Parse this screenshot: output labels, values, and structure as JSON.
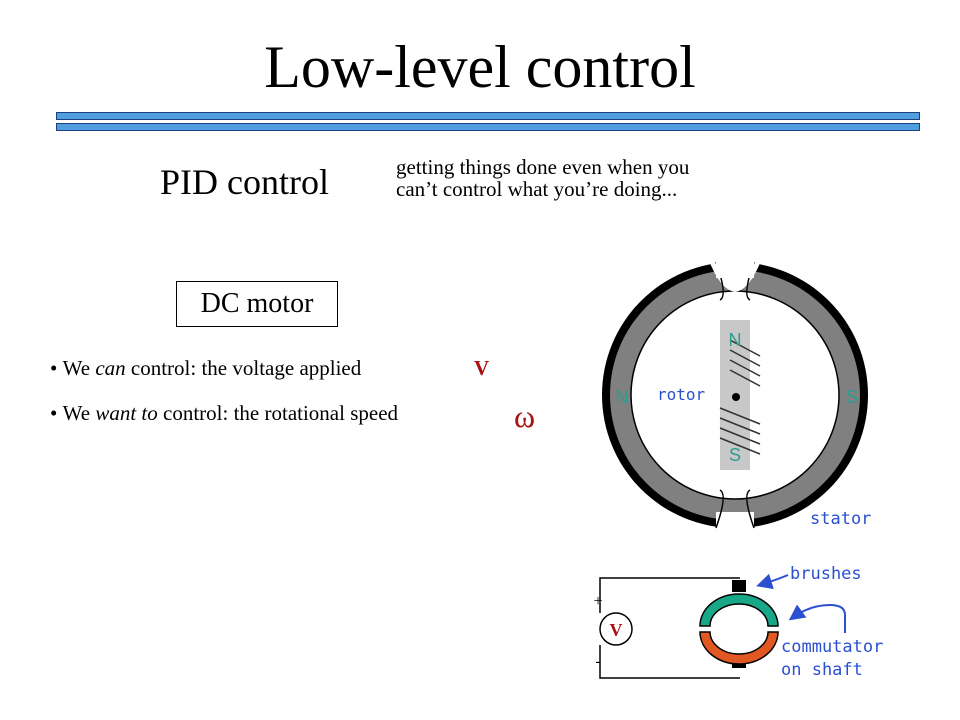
{
  "slide": {
    "title": "Low-level control",
    "subtitle": "PID control",
    "tagline_line1": "getting things done even when you",
    "tagline_line2": "can’t control what you’re doing...",
    "box_label": "DC motor"
  },
  "bullets": [
    {
      "prefix": "We ",
      "emphasis": "can",
      "suffix": " control:  the voltage applied",
      "symbol": "V"
    },
    {
      "prefix": "We ",
      "emphasis": "want to",
      "suffix": " control:  the rotational speed",
      "symbol": "ω"
    }
  ],
  "motor_diagram": {
    "rotor_top_pole": "N",
    "rotor_bottom_pole": "S",
    "stator_left_pole": "N",
    "stator_right_pole": "S",
    "rotor_label": "rotor",
    "stator_label": "stator"
  },
  "circuit": {
    "source_label": "V",
    "plus": "+",
    "minus": "-",
    "brushes_label": "brushes",
    "commutator_line1": "commutator",
    "commutator_line2": "on shaft"
  },
  "colors": {
    "accent_rule": "#4f9fe0",
    "symbol_red": "#aa1111",
    "pole_teal": "#2a9d8f",
    "annotation_blue": "#2a4fd0",
    "stator_gray": "#808080",
    "rotor_gray": "#c8c8c8",
    "commutator_green": "#18a888",
    "commutator_orange": "#e25822"
  }
}
